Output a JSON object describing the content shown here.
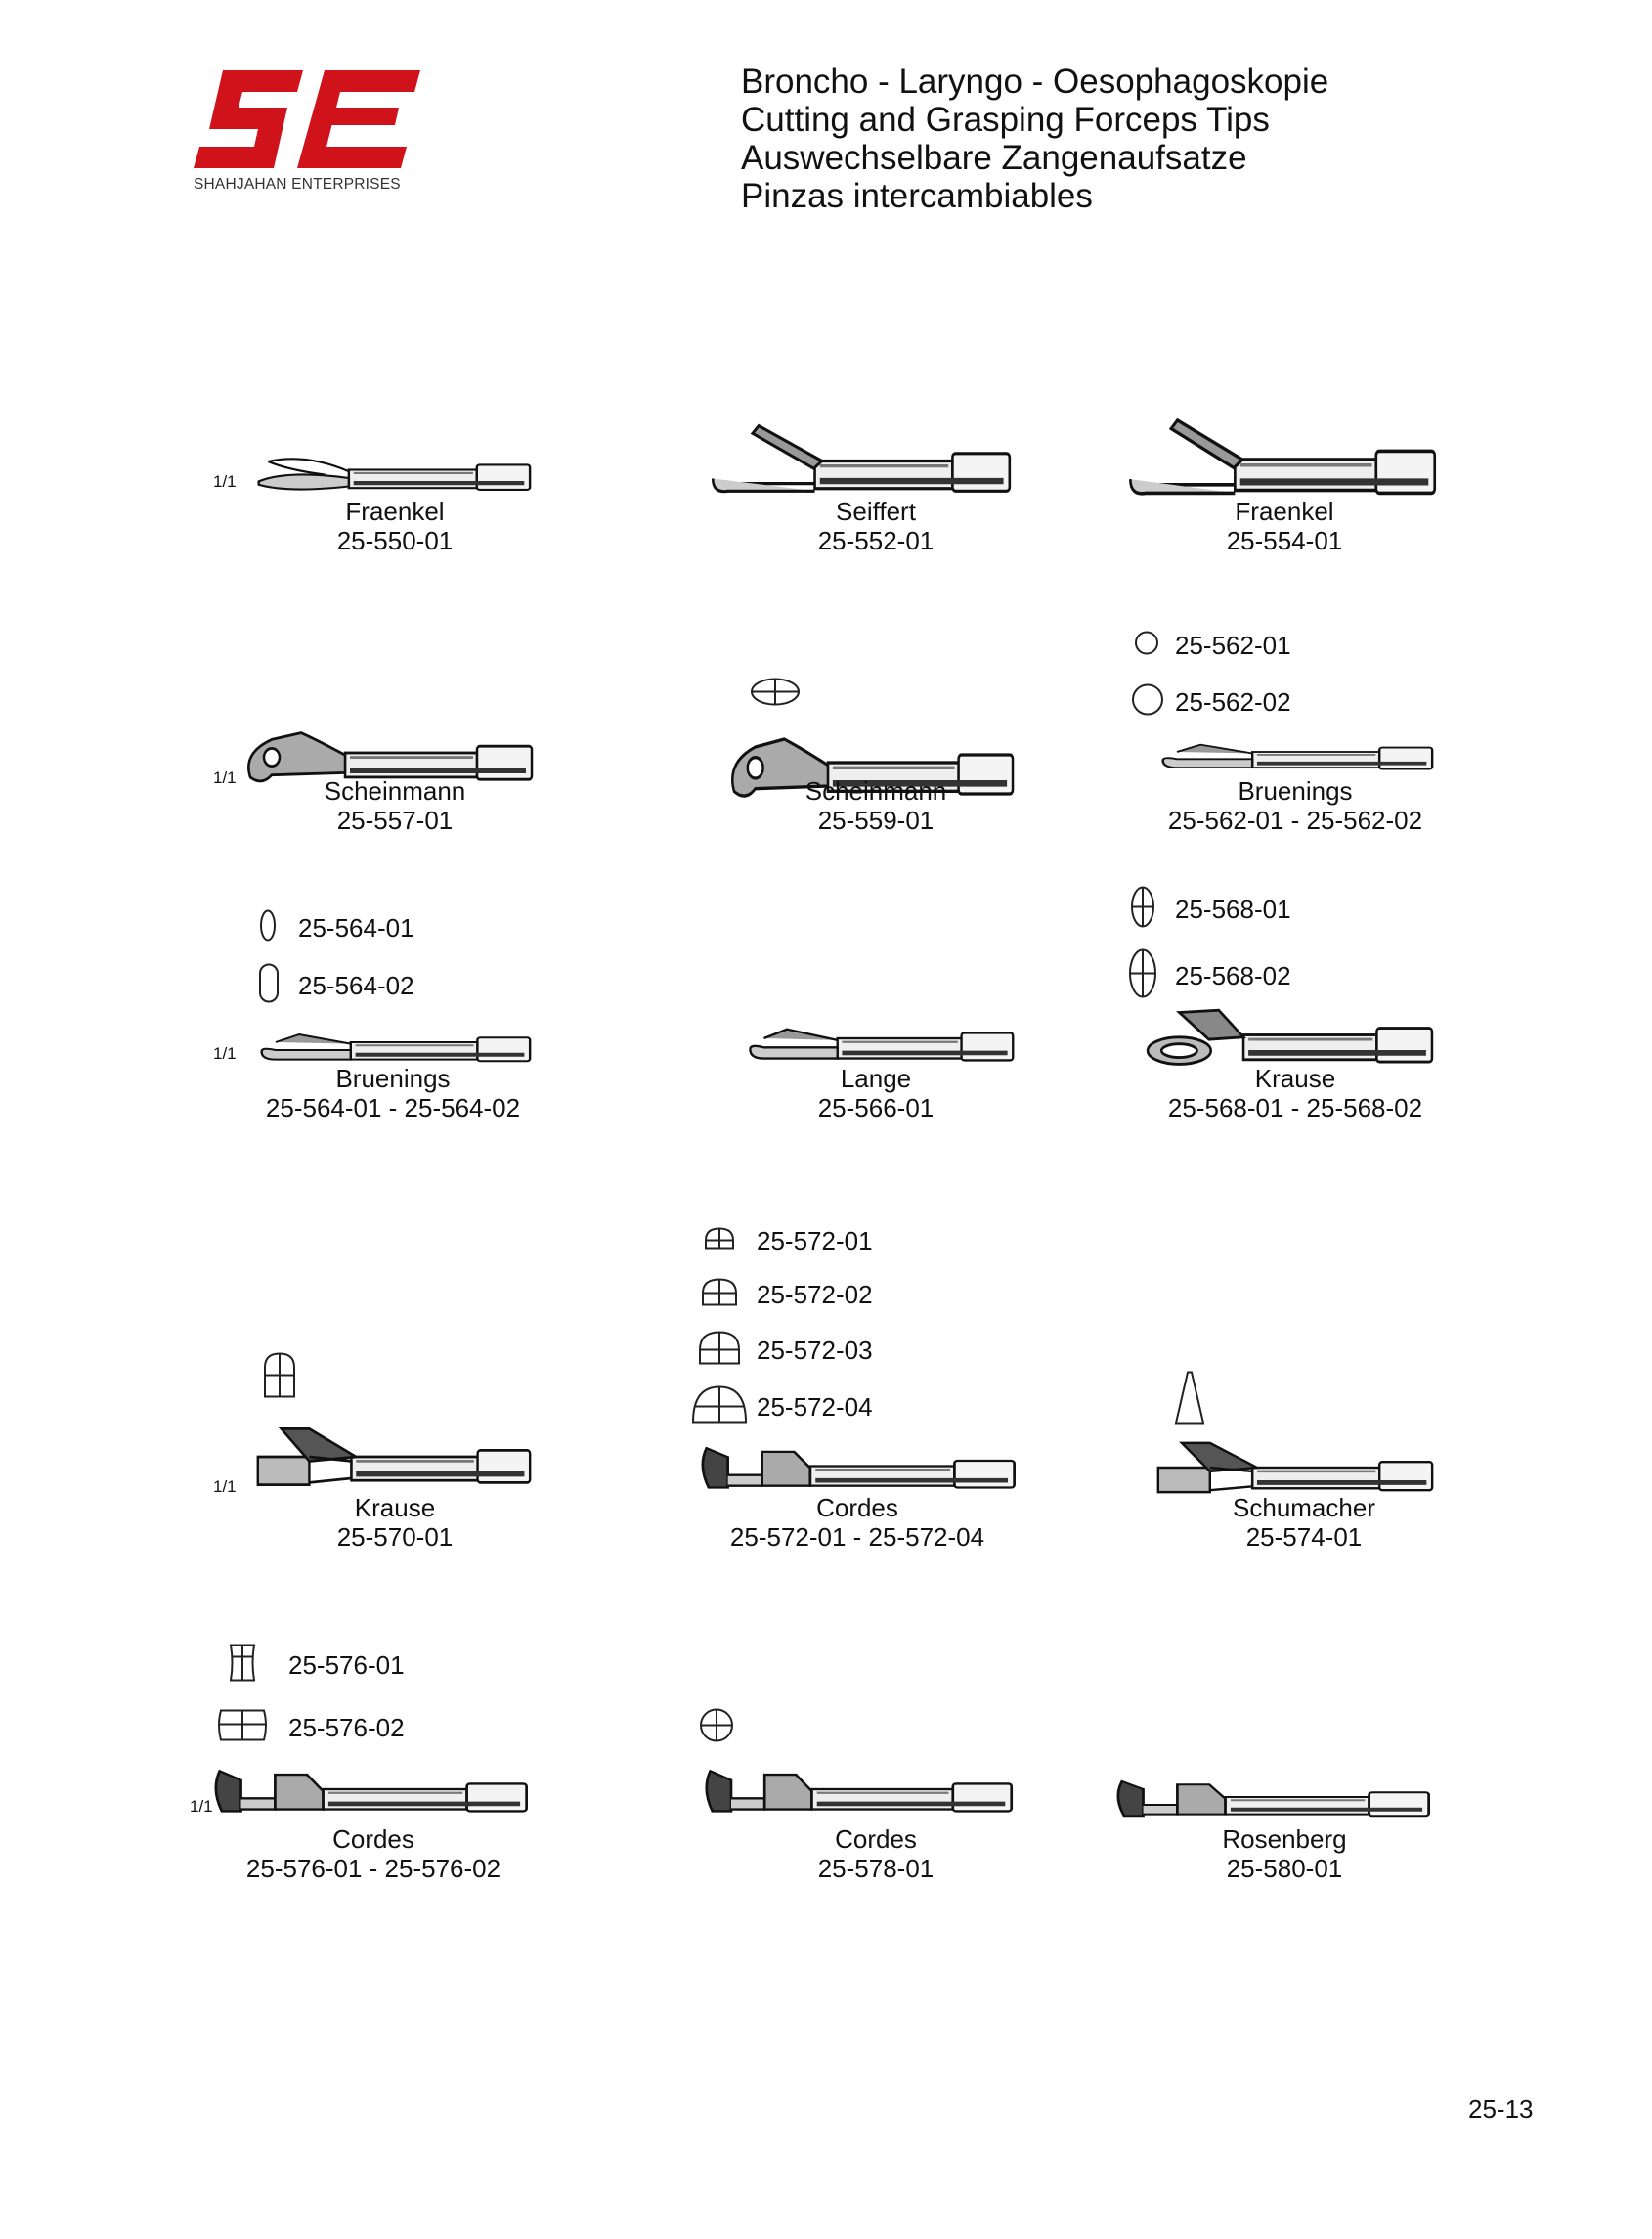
{
  "brand": {
    "logo_letters": "SE",
    "company": "SHAHJAHAN ENTERPRISES",
    "color": "#d0121b"
  },
  "heading": [
    "Broncho  -  Laryngo  -  Oesophagoskopie",
    "Cutting and Grasping Forceps Tips",
    "Auswechselbare Zangenaufsatze",
    "Pinzas intercambiables"
  ],
  "scale_label": "1/1",
  "items": [
    {
      "name": "Fraenkel",
      "code": "25-550-01",
      "jaw": "spoon",
      "scale": true
    },
    {
      "name": "Seiffert",
      "code": "25-552-01",
      "jaw": "lever",
      "scale": false
    },
    {
      "name": "Fraenkel",
      "code": "25-554-01",
      "jaw": "lever",
      "scale": false
    },
    {
      "name": "Scheinmann",
      "code": "25-557-01",
      "jaw": "hook",
      "scale": true
    },
    {
      "name": "Scheinmann",
      "code": "25-559-01",
      "jaw": "hook",
      "scale": false
    },
    {
      "name": "Bruenings",
      "code": "25-562-01  -  25-562-02",
      "jaw": "small",
      "scale": false
    },
    {
      "name": "Bruenings",
      "code": "25-564-01  -  25-564-02",
      "jaw": "small",
      "scale": true
    },
    {
      "name": "Lange",
      "code": "25-566-01",
      "jaw": "small",
      "scale": false
    },
    {
      "name": "Krause",
      "code": "25-568-01  -  25-568-02",
      "jaw": "ring",
      "scale": false
    },
    {
      "name": "Krause",
      "code": "25-570-01",
      "jaw": "box",
      "scale": true
    },
    {
      "name": "Cordes",
      "code": "25-572-01  -  25-572-04",
      "jaw": "cup",
      "scale": false
    },
    {
      "name": "Schumacher",
      "code": "25-574-01",
      "jaw": "box",
      "scale": false
    },
    {
      "name": "Cordes",
      "code": "25-576-01  -  25-576-02",
      "jaw": "cup",
      "scale": true
    },
    {
      "name": "Cordes",
      "code": "25-578-01",
      "jaw": "cup",
      "scale": false
    },
    {
      "name": "Rosenberg",
      "code": "25-580-01",
      "jaw": "cup",
      "scale": false
    }
  ],
  "size_variants": [
    {
      "code": "25-562-01",
      "shape": "circle-small"
    },
    {
      "code": "25-562-02",
      "shape": "circle-large"
    },
    {
      "code": "25-564-01",
      "shape": "oval-small"
    },
    {
      "code": "25-564-02",
      "shape": "oval-large"
    },
    {
      "code": "25-568-01",
      "shape": "oval-cross-small"
    },
    {
      "code": "25-568-02",
      "shape": "oval-cross-large"
    },
    {
      "code": "25-572-01",
      "shape": "dome-1"
    },
    {
      "code": "25-572-02",
      "shape": "dome-2"
    },
    {
      "code": "25-572-03",
      "shape": "dome-3"
    },
    {
      "code": "25-572-04",
      "shape": "dome-4"
    },
    {
      "code": "25-576-01",
      "shape": "barrel-tall"
    },
    {
      "code": "25-576-02",
      "shape": "barrel-wide"
    }
  ],
  "page_number": "25-13"
}
